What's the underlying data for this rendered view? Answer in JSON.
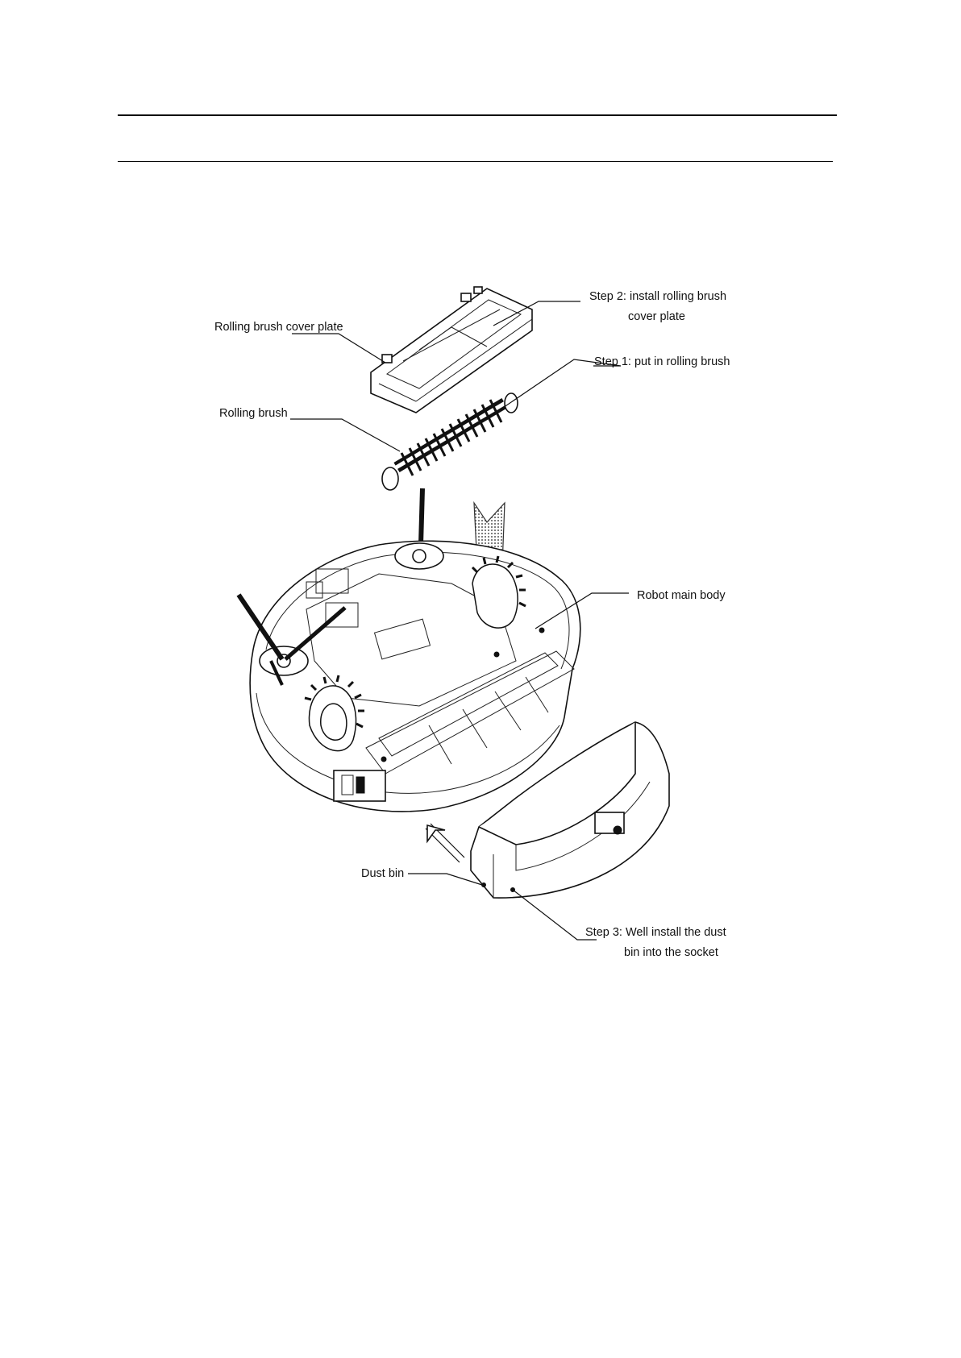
{
  "labels": {
    "rolling_brush_cover_plate": "Rolling brush cover plate",
    "step2_line1": "Step 2: install rolling brush",
    "step2_line2": "cover plate",
    "step1": "Step 1: put in rolling brush",
    "rolling_brush": "Rolling brush",
    "robot_main_body": "Robot main body",
    "dust_bin": "Dust bin",
    "step3_line1": "Step 3: Well install the dust",
    "step3_line2": "bin into the socket"
  },
  "icons": [
    "cover-plate-icon",
    "rolling-brush-icon",
    "robot-body-icon",
    "dust-bin-icon",
    "insert-arrow-icon",
    "insert-direction-arrow-icon"
  ]
}
